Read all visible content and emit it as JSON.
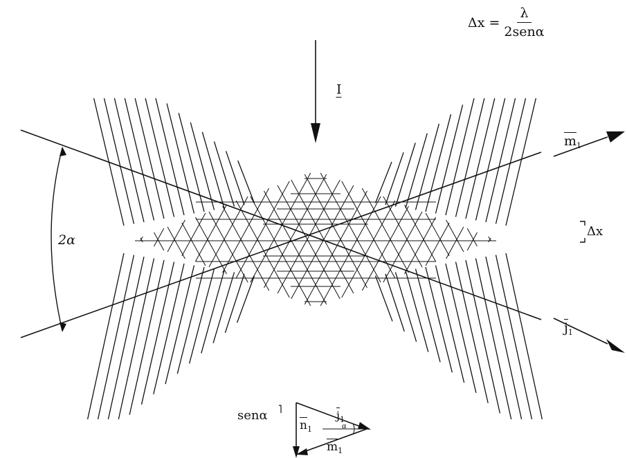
{
  "formula": {
    "lhs": "Δx =",
    "numerator": "λ",
    "denominator": "2senα"
  },
  "labels": {
    "incident": "I",
    "angle": "2α",
    "spacing": "Δx",
    "m_vector": "m",
    "m_sub": "1",
    "j_vector": "j",
    "j_sub": "1",
    "sen_alpha": "senα",
    "tri_n": "n",
    "tri_n_sub": "1",
    "tri_j": "j",
    "tri_j_sub": "1",
    "tri_m": "m",
    "tri_m_sub": "1",
    "tri_alpha": "α"
  },
  "colors": {
    "ink": "#111111",
    "background": "#ffffff"
  }
}
